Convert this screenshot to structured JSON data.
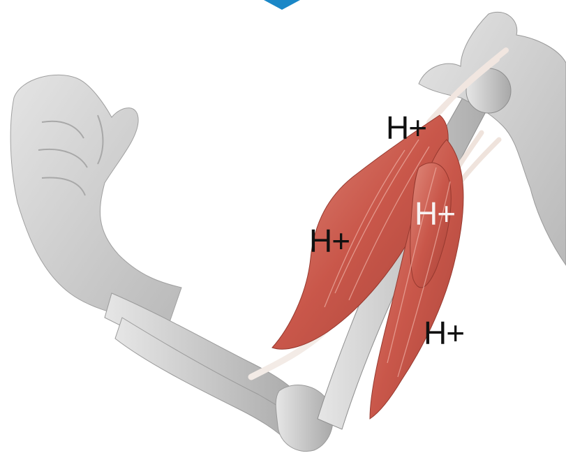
{
  "labels": {
    "h1": "H+",
    "h2": "H+",
    "h3": "H+",
    "h4": "H+"
  },
  "colors": {
    "muscle": "#cf6a5c",
    "bone": "#c9c9c9",
    "skin": "#d9d9d9",
    "marker": "#1a87c7"
  },
  "icons": [
    "down-arrow-marker-icon"
  ]
}
